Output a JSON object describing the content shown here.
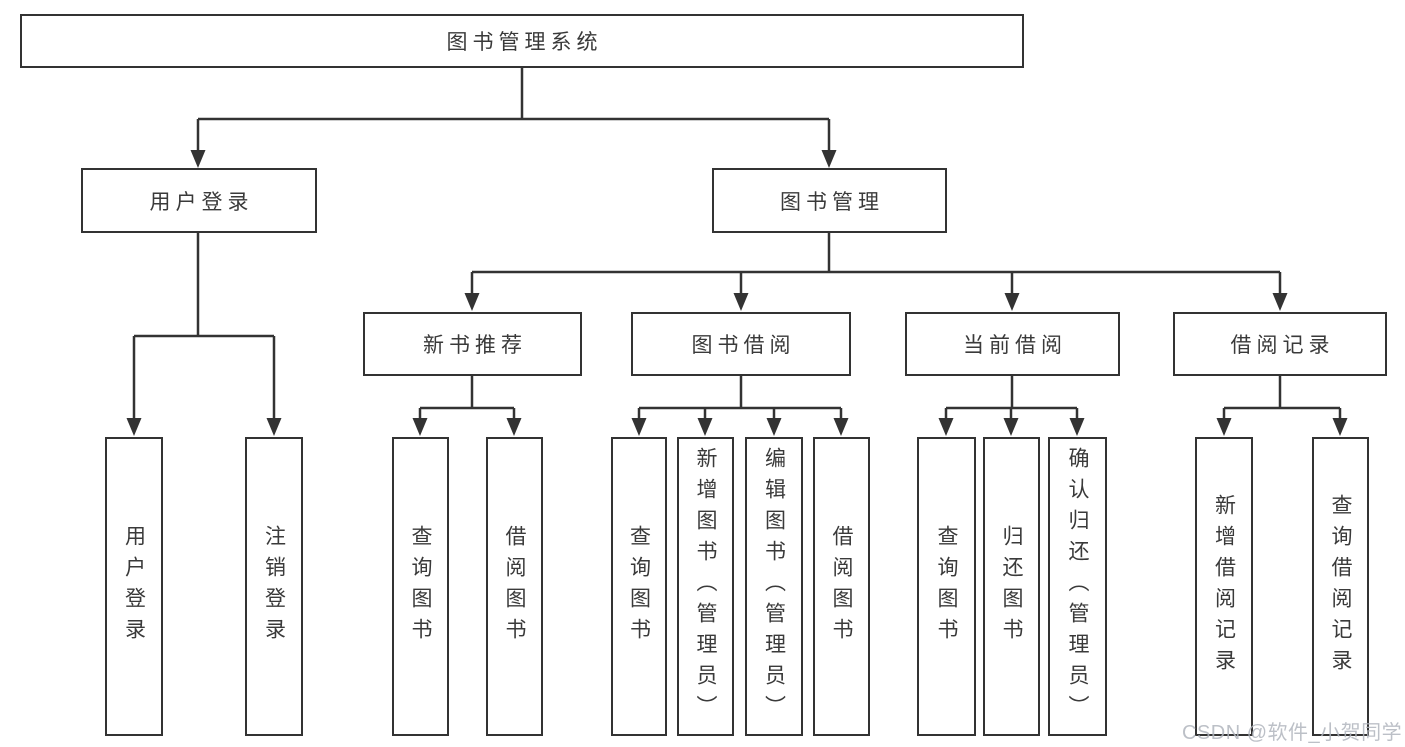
{
  "diagram": {
    "type": "hierarchy-tree",
    "title": "图书管理系统",
    "watermark": "CSDN @软件_小贺同学",
    "colors": {
      "line": "#333333",
      "box_border": "#333333",
      "box_fill": "#ffffff",
      "text": "#3a3a3a",
      "background": "#ffffff",
      "watermark": "#b0b5bd"
    },
    "nodes": {
      "root": {
        "label": "图书管理系统"
      },
      "user_login": {
        "label": "用户登录"
      },
      "book_management": {
        "label": "图书管理"
      },
      "new_book_recommend": {
        "label": "新书推荐"
      },
      "book_borrowing": {
        "label": "图书借阅"
      },
      "current_borrowing": {
        "label": "当前借阅"
      },
      "borrowing_records": {
        "label": "借阅记录"
      },
      "leaf_user_login": {
        "label": "用户登录"
      },
      "leaf_logout": {
        "label": "注销登录"
      },
      "leaf_query_books_recommend": {
        "label": "查询图书"
      },
      "leaf_borrow_books_recommend": {
        "label": "借阅图书"
      },
      "leaf_query_books_borrowing": {
        "label": "查询图书"
      },
      "leaf_add_books_admin": {
        "label": "新增图书（管理员）"
      },
      "leaf_edit_books_admin": {
        "label": "编辑图书（管理员）"
      },
      "leaf_borrow_books_borrowing": {
        "label": "借阅图书"
      },
      "leaf_query_books_current": {
        "label": "查询图书"
      },
      "leaf_return_books": {
        "label": "归还图书"
      },
      "leaf_confirm_return_admin": {
        "label": "确认归还（管理员）"
      },
      "leaf_add_borrow_record": {
        "label": "新增借阅记录"
      },
      "leaf_query_borrow_record": {
        "label": "查询借阅记录"
      }
    },
    "hierarchy": {
      "图书管理系统": {
        "用户登录": [
          "用户登录",
          "注销登录"
        ],
        "图书管理": {
          "新书推荐": [
            "查询图书",
            "借阅图书"
          ],
          "图书借阅": [
            "查询图书",
            "新增图书（管理员）",
            "编辑图书（管理员）",
            "借阅图书"
          ],
          "当前借阅": [
            "查询图书",
            "归还图书",
            "确认归还（管理员）"
          ],
          "借阅记录": [
            "新增借阅记录",
            "查询借阅记录"
          ]
        }
      }
    }
  }
}
